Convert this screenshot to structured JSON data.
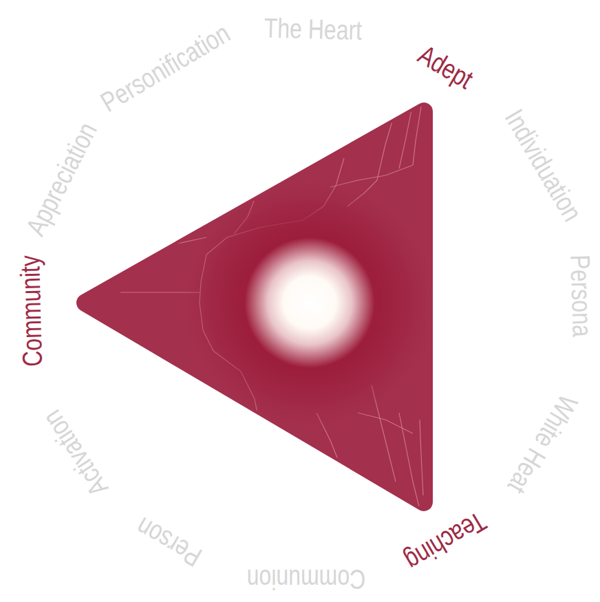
{
  "diagram": {
    "labels": [
      "The Heart",
      "Adept",
      "Individuation",
      "Persona",
      "White Heat",
      "Teaching",
      "Communion",
      "Person",
      "Activation",
      "Community",
      "Appreciation",
      "Personification"
    ]
  }
}
